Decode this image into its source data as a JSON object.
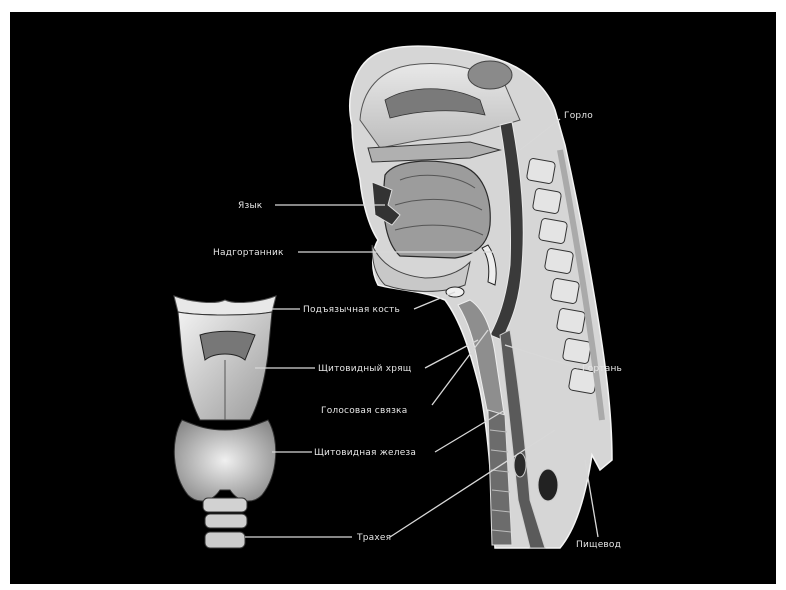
{
  "background_color": "#000000",
  "illustration": {
    "head_section": "sagittal-section-head-neck",
    "larynx_front": "larynx-thyroid-front-view"
  },
  "labels": {
    "gorlo": "Горло",
    "yazyk": "Язык",
    "nadgortannik": "Надгортанник",
    "podyazychnaya_kost": "Подъязычная кость",
    "shchitovidny_hryashch": "Щитовидный хрящ",
    "golosovaya_svyazka": "Голосовая связка",
    "gortan": "Гортань",
    "shchitovidnaya_zheleza": "Щитовидная железа",
    "traheya": "Трахея",
    "pishchevod": "Пищевод"
  }
}
